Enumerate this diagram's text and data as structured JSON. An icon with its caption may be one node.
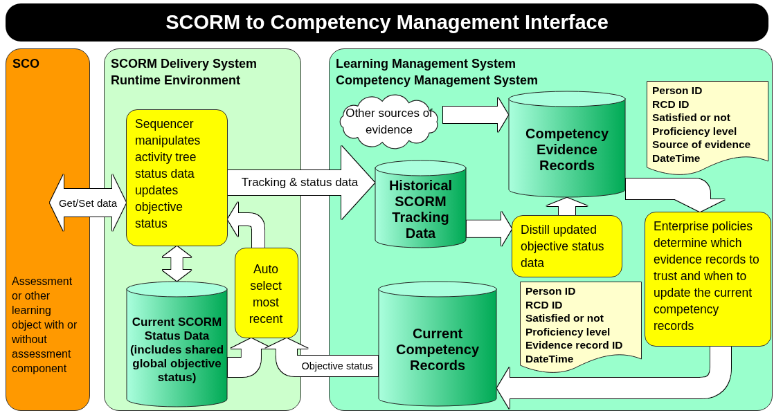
{
  "diagram": {
    "title": "SCORM to Competency Management Interface",
    "nodes": [
      {
        "text": [
          "SCO",
          "Assessment or other learning object with or without assessment component"
        ]
      },
      {
        "text": [
          "SCORM Delivery System Runtime Environment"
        ]
      },
      {
        "text": [
          "Learning Management System Competency Management System"
        ]
      },
      {
        "text": [
          "Sequencer manipulates activity tree status data updates objective status"
        ],
        "in": 1
      },
      {
        "text": [
          "Current SCORM Status Data (includes shared global objective status)"
        ],
        "in": 1
      },
      {
        "text": [
          "Auto select most recent"
        ],
        "in": 1
      },
      {
        "text": [
          "Other sources of evidence"
        ],
        "in": 2
      },
      {
        "text": [
          "Competency Evidence Records"
        ],
        "in": 2
      },
      {
        "text": [
          "Historical SCORM Tracking Data"
        ],
        "in": 2
      },
      {
        "text": [
          "Distill updated objective status data"
        ],
        "in": 2
      },
      {
        "text": [
          "Person ID",
          "RCD ID",
          "Satisfied or not",
          "Proficiency level",
          "Source of evidence",
          "DateTime"
        ],
        "in": 2
      },
      {
        "text": [
          "Enterprise policies determine which evidence records to trust and when to update the current competency records"
        ],
        "in": 2
      },
      {
        "text": [
          "Current Competency Records"
        ],
        "in": 2
      },
      {
        "text": [
          "Person ID",
          "RCD ID",
          "Satisfied or not",
          "Proficiency level",
          "Evidence record ID",
          "DateTime"
        ],
        "in": 2
      }
    ],
    "edges": [
      {
        "from": 0,
        "to": 3,
        "arrow": "both",
        "label": "Get/Set data"
      },
      {
        "from": 3,
        "to": 8,
        "arrow": "to",
        "label": "Tracking & status data"
      },
      {
        "from": 3,
        "to": 4,
        "arrow": "both"
      },
      {
        "from": 5,
        "to": 3,
        "arrow": "to"
      },
      {
        "from": 4,
        "to": 5,
        "arrow": "to"
      },
      {
        "from": 12,
        "to": 5,
        "arrow": "to",
        "label": "Objective status"
      },
      {
        "from": 6,
        "to": 7,
        "arrow": "to"
      },
      {
        "from": 8,
        "to": 9,
        "arrow": "to"
      },
      {
        "from": 9,
        "to": 7,
        "arrow": "to"
      },
      {
        "from": 7,
        "to": 11,
        "arrow": "to"
      },
      {
        "from": 11,
        "to": 12,
        "arrow": "to"
      }
    ]
  }
}
